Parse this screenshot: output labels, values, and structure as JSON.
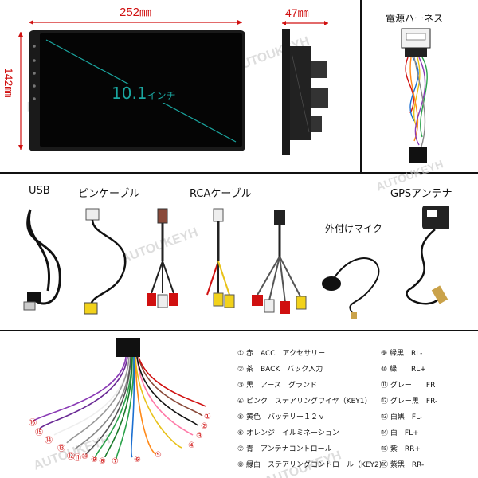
{
  "top": {
    "width_dim": "252㎜",
    "height_dim": "142㎜",
    "depth_dim": "47㎜",
    "screen_size": "10.1",
    "screen_unit": "インチ",
    "harness_title": "電源ハーネス"
  },
  "middle": {
    "usb": "USB",
    "pin_cable": "ピンケーブル",
    "rca_cable": "RCAケーブル",
    "gps": "GPSアンテナ",
    "mic": "外付けマイク"
  },
  "watermark": "AUTOUKEYH",
  "legend": {
    "left": [
      {
        "num": "①",
        "text": "赤　ACC　アクセサリー"
      },
      {
        "num": "②",
        "text": "茶　BACK　バック入力"
      },
      {
        "num": "③",
        "text": "黒　アース　グランド"
      },
      {
        "num": "④",
        "text": "ピンク　ステアリングワイヤ（KEY1）"
      },
      {
        "num": "⑤",
        "text": "黄色　バッテリー１２ｖ"
      },
      {
        "num": "⑥",
        "text": "オレンジ　イルミネーション"
      },
      {
        "num": "⑦",
        "text": "青　アンテナコントロール"
      },
      {
        "num": "⑧",
        "text": "緑白　ステアリングコントロール（KEY2)"
      }
    ],
    "right": [
      {
        "num": "⑨",
        "text": "緑黒　RL-"
      },
      {
        "num": "⑩",
        "text": "緑　　RL+"
      },
      {
        "num": "⑪",
        "text": "グレー　　FR"
      },
      {
        "num": "⑫",
        "text": "グレー黒　FR-"
      },
      {
        "num": "⑬",
        "text": "白黒　FL-"
      },
      {
        "num": "⑭",
        "text": "白　FL+"
      },
      {
        "num": "⑮",
        "text": "紫　RR+"
      },
      {
        "num": "⑯",
        "text": "紫黒　RR-"
      }
    ]
  },
  "wire_tags": [
    "①",
    "②",
    "③",
    "④",
    "⑤",
    "⑥",
    "⑦",
    "⑧",
    "⑨",
    "⑩",
    "⑪",
    "⑫",
    "⑬",
    "⑭",
    "⑮",
    "⑯"
  ],
  "colors": {
    "dimension": "#d01010",
    "screen_teal": "#1aa6a0",
    "divider": "#111111"
  }
}
